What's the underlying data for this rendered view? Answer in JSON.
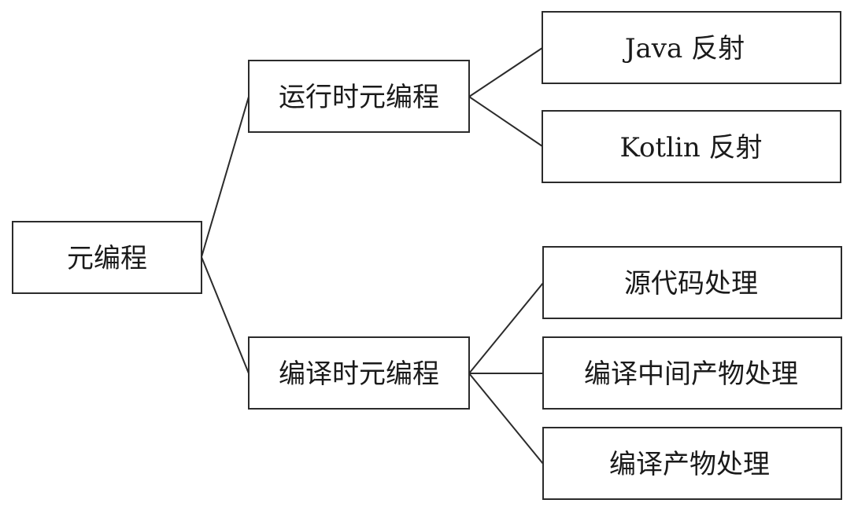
{
  "diagram": {
    "root": {
      "label": "元编程"
    },
    "branches": [
      {
        "label": "运行时元编程",
        "children": [
          {
            "label": "Java 反射"
          },
          {
            "label": "Kotlin 反射"
          }
        ]
      },
      {
        "label": "编译时元编程",
        "children": [
          {
            "label": "源代码处理"
          },
          {
            "label": "编译中间产物处理"
          },
          {
            "label": "编译产物处理"
          }
        ]
      }
    ]
  }
}
